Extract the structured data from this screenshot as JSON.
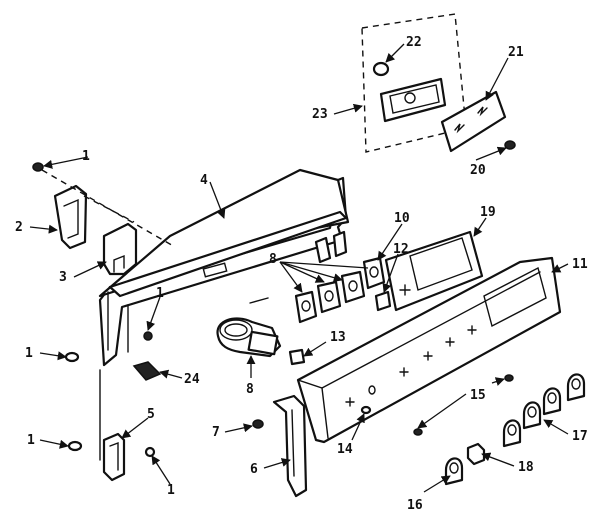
{
  "callouts": {
    "c1a": "1",
    "c1b": "1",
    "c1c": "1",
    "c1d": "1",
    "c1e": "1",
    "c2": "2",
    "c3": "3",
    "c4": "4",
    "c5": "5",
    "c6": "6",
    "c7": "7",
    "c8a": "8",
    "c8b": "8",
    "c10": "10",
    "c11": "11",
    "c12": "12",
    "c13": "13",
    "c14": "14",
    "c15": "15",
    "c16": "16",
    "c17": "17",
    "c18": "18",
    "c19": "19",
    "c20": "20",
    "c21": "21",
    "c22": "22",
    "c23": "23",
    "c24": "24"
  }
}
